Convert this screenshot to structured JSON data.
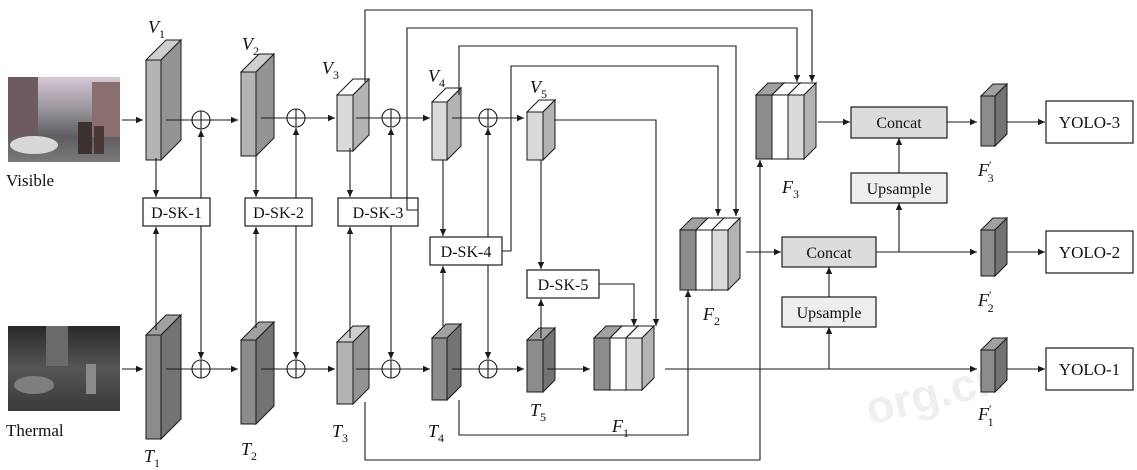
{
  "inputs": {
    "visible_label": "Visible",
    "thermal_label": "Thermal"
  },
  "visible_branch": [
    {
      "letter": "V",
      "sub": "1"
    },
    {
      "letter": "V",
      "sub": "2"
    },
    {
      "letter": "V",
      "sub": "3"
    },
    {
      "letter": "V",
      "sub": "4"
    },
    {
      "letter": "V",
      "sub": "5"
    }
  ],
  "thermal_branch": [
    {
      "letter": "T",
      "sub": "1"
    },
    {
      "letter": "T",
      "sub": "2"
    },
    {
      "letter": "T",
      "sub": "3"
    },
    {
      "letter": "T",
      "sub": "4"
    },
    {
      "letter": "T",
      "sub": "5"
    }
  ],
  "dsk_modules": [
    "D-SK-1",
    "D-SK-2",
    "D-SK-3",
    "D-SK-4",
    "D-SK-5"
  ],
  "fused_features": [
    {
      "letter": "F",
      "sub": "1"
    },
    {
      "letter": "F",
      "sub": "2"
    },
    {
      "letter": "F",
      "sub": "3"
    }
  ],
  "output_features": [
    {
      "letter": "F",
      "sub": "1",
      "prime": "′"
    },
    {
      "letter": "F",
      "sub": "2",
      "prime": "′"
    },
    {
      "letter": "F",
      "sub": "3",
      "prime": "′"
    }
  ],
  "concat_label": "Concat",
  "upsample_label": "Upsample",
  "heads": [
    "YOLO-1",
    "YOLO-2",
    "YOLO-3"
  ],
  "watermark": "org.cn",
  "colors": {
    "dark_block": "#8c8c8c",
    "mid_block": "#b4b4b4",
    "light_block": "#dadada",
    "concat_fill": "#dcdcdc"
  }
}
